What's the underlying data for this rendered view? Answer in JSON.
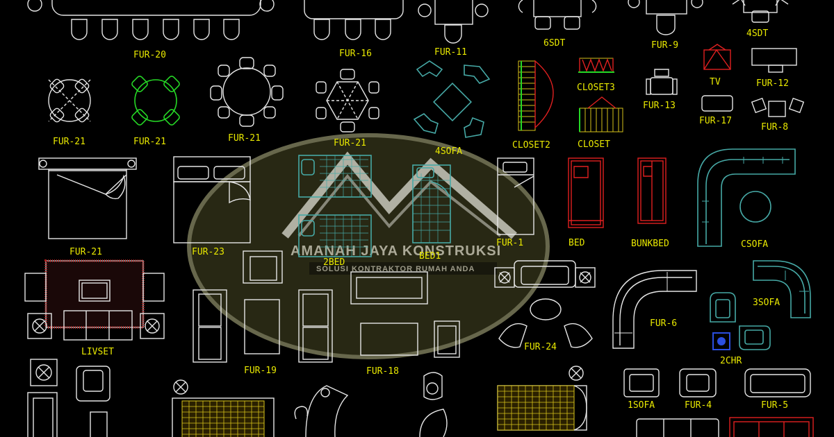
{
  "labels": {
    "fur20": "FUR-20",
    "fur16": "FUR-16",
    "fur11": "FUR-11",
    "sdt6": "6SDT",
    "fur9": "FUR-9",
    "sdt4": "4SDT",
    "fur21a": "FUR-21",
    "fur21b": "FUR-21",
    "fur21c": "FUR-21",
    "fur21d": "FUR-21",
    "sofa4": "4SOFA",
    "closet3": "CLOSET3",
    "closet2": "CLOSET2",
    "closet": "CLOSET",
    "fur13": "FUR-13",
    "tv": "TV",
    "fur12": "FUR-12",
    "fur17": "FUR-17",
    "fur8": "FUR-8",
    "fur21e": "FUR-21",
    "fur23": "FUR-23",
    "bed2": "2BED",
    "bed1": "BED1",
    "fur1": "FUR-1",
    "bed": "BED",
    "bunkbed": "BUNKBED",
    "csofa": "CSOFA",
    "livset": "LIVSET",
    "fur19": "FUR-19",
    "fur18": "FUR-18",
    "fur24": "FUR-24",
    "fur6": "FUR-6",
    "sofa3": "3SOFA",
    "chr2": "2CHR",
    "sofa1": "1SOFA",
    "fur4": "FUR-4",
    "fur5": "FUR-5"
  },
  "watermark": {
    "line1": "AMANAH JAYA KONSTRUKSI",
    "line2": "SOLUSI KONTRAKTOR RUMAH ANDA"
  },
  "colors": {
    "background": "#000000",
    "label": "#e8e800",
    "line_white": "#e6e6e6",
    "line_green": "#26d926",
    "line_cyan": "#46a9a6",
    "line_red": "#e02020",
    "line_yellow": "#d6c21a"
  }
}
